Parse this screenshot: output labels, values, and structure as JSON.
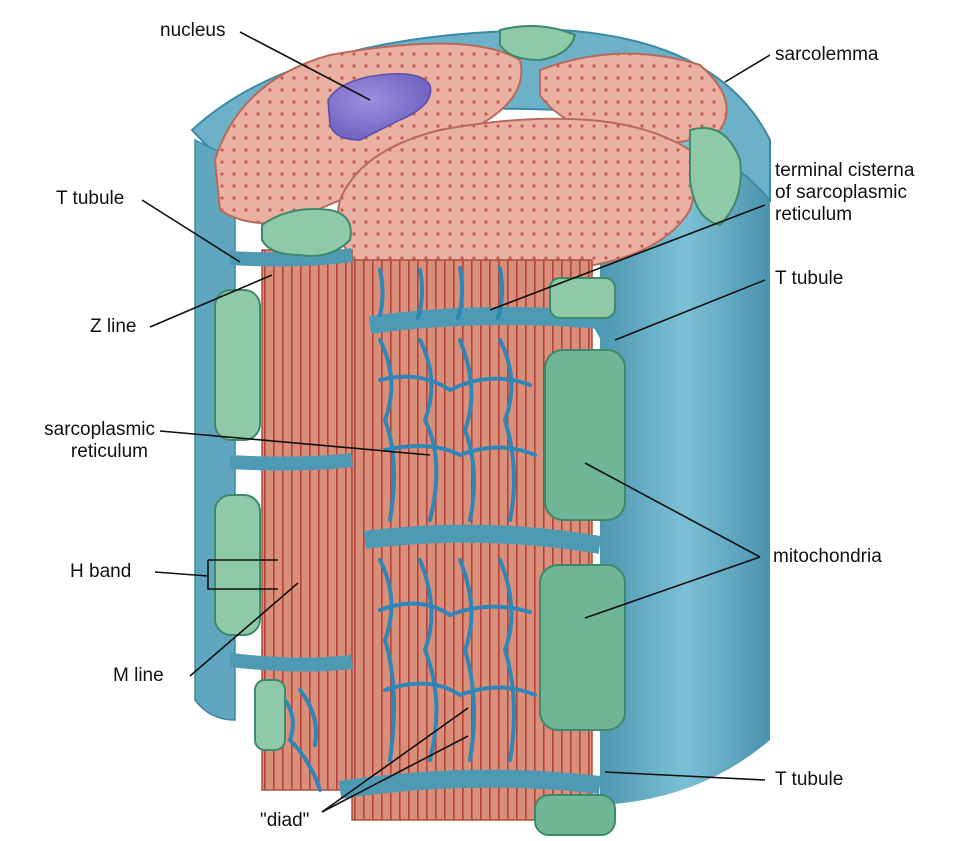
{
  "labels": {
    "nucleus": "nucleus",
    "sarcolemma": "sarcolemma",
    "terminal_cisterna": [
      "terminal cisterna",
      "of sarcoplasmic",
      "reticulum"
    ],
    "t_tubule_left": "T tubule",
    "t_tubule_right_top": "T tubule",
    "t_tubule_right_bottom": "T tubule",
    "z_line": "Z line",
    "sarcoplasmic_reticulum": [
      "sarcoplasmic",
      "reticulum"
    ],
    "mitochondria": "mitochondria",
    "h_band": "H band",
    "m_line": "M line",
    "diad": "\"diad\""
  },
  "colors": {
    "sarcolemma": "#5fa6be",
    "sarcolemma_dark": "#3d8aa6",
    "myofibril_top": "#e8a79a",
    "myofibril_side": "#d98a74",
    "striation": "#c0392b",
    "reticulum": "#2f86b8",
    "mitochondria": "#6fb596",
    "mitochondria_light": "#8fcaa8",
    "nucleus": "#7b6fc9"
  }
}
